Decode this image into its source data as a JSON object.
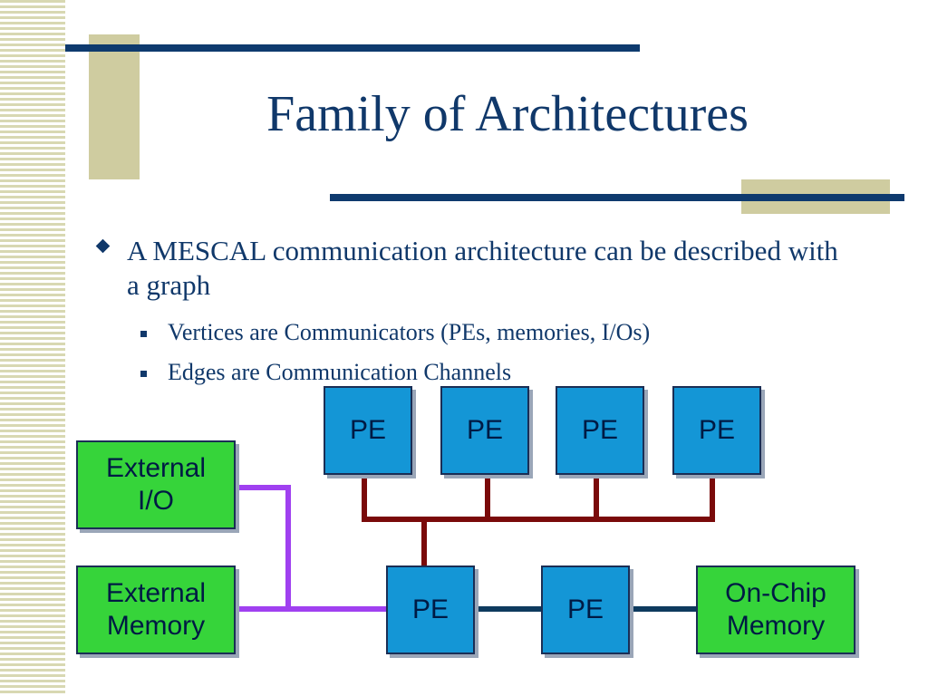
{
  "slide": {
    "title": "Family of Architectures",
    "bullet": "A MESCAL communication architecture can be described with a graph",
    "sub_bullets": [
      "Vertices are Communicators (PEs, memories, I/Os)",
      "Edges are Communication Channels"
    ]
  },
  "diagram": {
    "top_pes": [
      "PE",
      "PE",
      "PE",
      "PE"
    ],
    "external_io": "External\nI/O",
    "external_memory": "External\nMemory",
    "pe_center": "PE",
    "pe_right": "PE",
    "onchip_memory": "On-Chip\nMemory"
  },
  "colors": {
    "title": "#10386a",
    "pe_fill": "#1496d6",
    "memory_fill": "#36d43a",
    "bus_line": "#7a0a0a",
    "io_line": "#a040f0",
    "channel_line": "#0e3a5e"
  }
}
